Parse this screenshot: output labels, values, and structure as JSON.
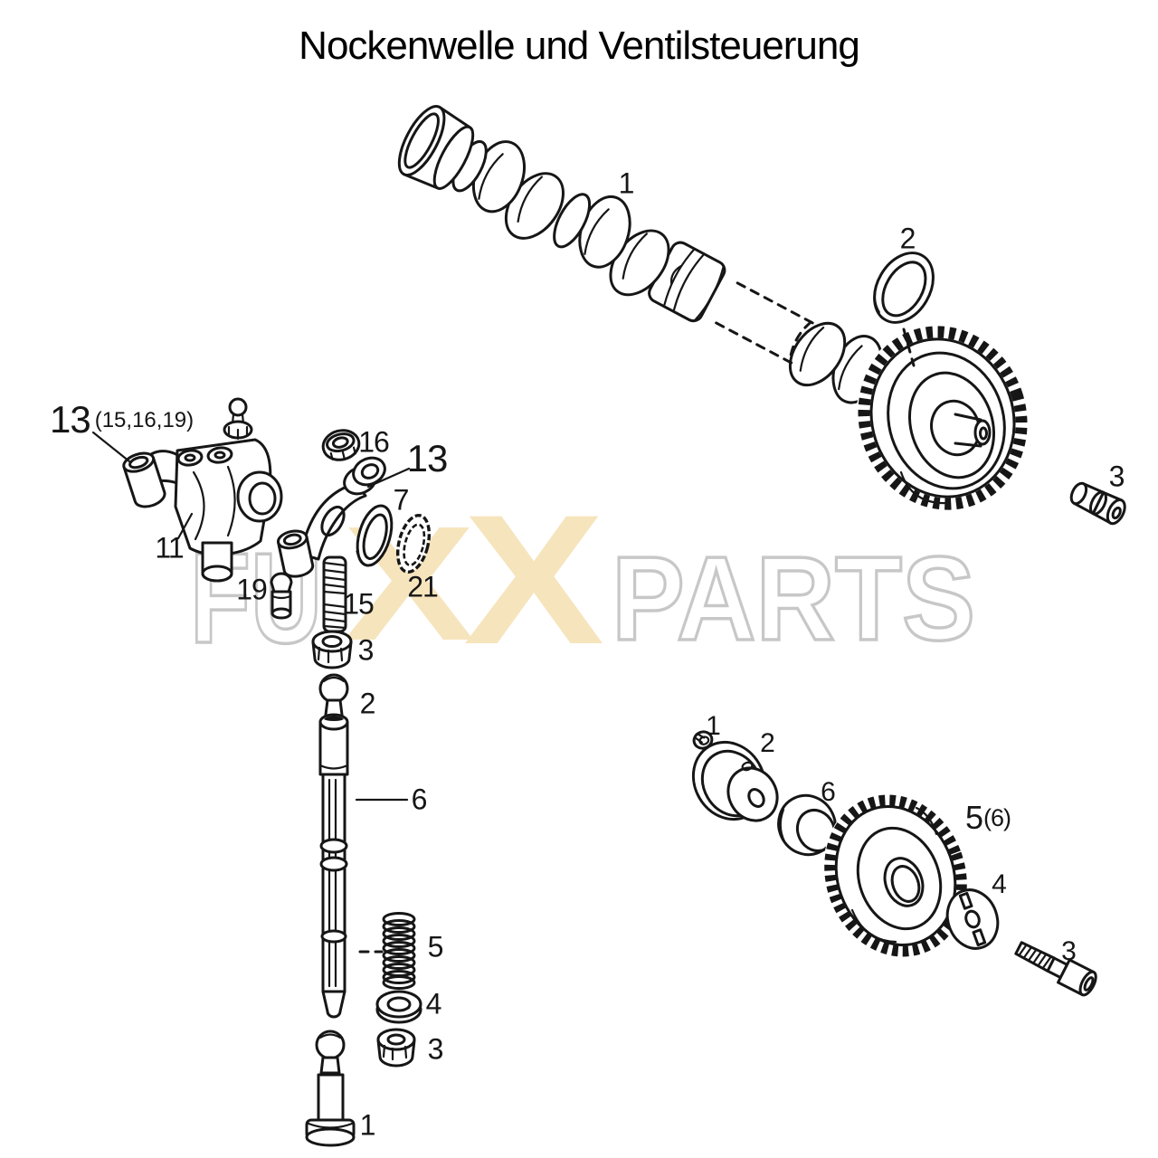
{
  "page": {
    "title": "Nockenwelle und Ventilsteuerung"
  },
  "watermark": {
    "left": "FU",
    "x1": "X",
    "x2": "X",
    "right": "PARTS",
    "outline_color": "#c7c7c7",
    "xx_fill_color": "#f6e4bc"
  },
  "colors": {
    "line": "#161616",
    "background": "#ffffff"
  },
  "parts": {
    "camshaft_group": {
      "camshaft": "1",
      "seal_ring": "2",
      "plug": "3"
    },
    "rocker_group": {
      "assembly": "13",
      "assembly_refs": "(15,16,19)",
      "nut16": "16",
      "rocker_arm": "13",
      "washer7": "7",
      "bracket11": "11",
      "cap19": "19",
      "stud15": "15",
      "lock_washer21": "21",
      "nut3": "3"
    },
    "pushrod_group": {
      "ball_cup": "2",
      "rod": "6",
      "spring": "5",
      "washer": "4",
      "nut": "3",
      "tappet": "1"
    },
    "idler_group": {
      "clip": "1",
      "hub": "2",
      "bushing": "6",
      "gear": "5",
      "gear_alt": "(6)",
      "thrust_plate": "4",
      "bolt": "3"
    }
  }
}
